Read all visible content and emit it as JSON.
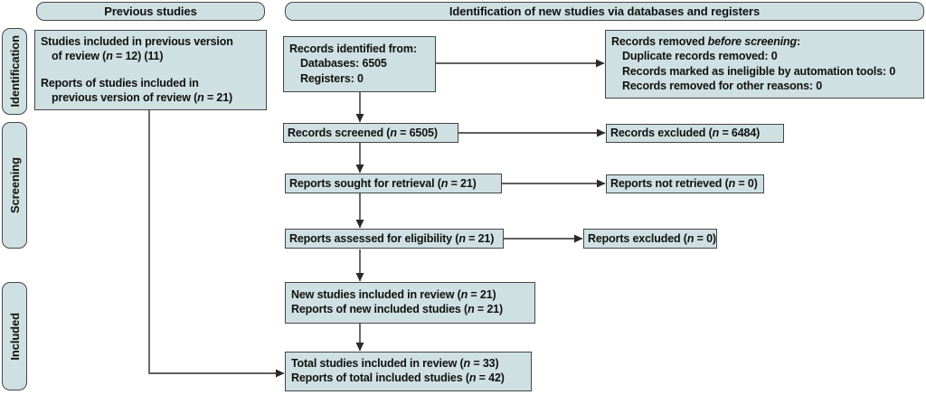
{
  "colors": {
    "box_fill": "#cfe0e3",
    "box_border": "#454545",
    "arrow": "#2a2a2a",
    "text": "#101010",
    "background": "#ffffff"
  },
  "headers": {
    "previous": "Previous studies",
    "identification_new": "Identification of new studies via databases and registers"
  },
  "sidebar": {
    "identification": "Identification",
    "screening": "Screening",
    "included": "Included"
  },
  "previous_box": {
    "studies_line1": "Studies included in previous version",
    "studies_line2_pre": "of review (",
    "studies_n": "n",
    "studies_line2_post": " = 12) (11)",
    "reports_line1": "Reports of studies included in",
    "reports_line2_pre": "previous version of review (",
    "reports_n": "n",
    "reports_line2_post": " = 21)"
  },
  "identified_box": {
    "title": "Records identified from:",
    "databases": "Databases: 6505",
    "registers": "Registers: 0"
  },
  "removed_box": {
    "title_pre": "Records removed ",
    "title_italic": "before screening",
    "title_post": ":",
    "duplicate": "Duplicate records removed: 0",
    "automation": "Records marked as ineligible by automation tools: 0",
    "other": "Records removed for other reasons: 0"
  },
  "screened_box": {
    "pre": "Records screened (",
    "n": "n",
    "post": " = 6505)"
  },
  "records_excluded_box": {
    "pre": "Records excluded (",
    "n": "n",
    "post": " = 6484)"
  },
  "sought_box": {
    "pre": "Reports sought for retrieval (",
    "n": "n",
    "post": " = 21)"
  },
  "not_retrieved_box": {
    "pre": "Reports not retrieved (",
    "n": "n",
    "post": " = 0)"
  },
  "assessed_box": {
    "pre": "Reports assessed for eligibility (",
    "n": "n",
    "post": " = 21)"
  },
  "reports_excluded_box": {
    "pre": "Reports excluded (",
    "n": "n",
    "post": " = 0)"
  },
  "new_box": {
    "line1_pre": "New studies included in review (",
    "line1_n": "n",
    "line1_post": " = 21)",
    "line2_pre": "Reports of new included studies (",
    "line2_n": "n",
    "line2_post": " = 21)"
  },
  "total_box": {
    "line1_pre": "Total studies included in review (",
    "line1_n": "n",
    "line1_post": " = 33)",
    "line2_pre": "Reports of total included studies (",
    "line2_n": "n",
    "line2_post": " = 42)"
  }
}
